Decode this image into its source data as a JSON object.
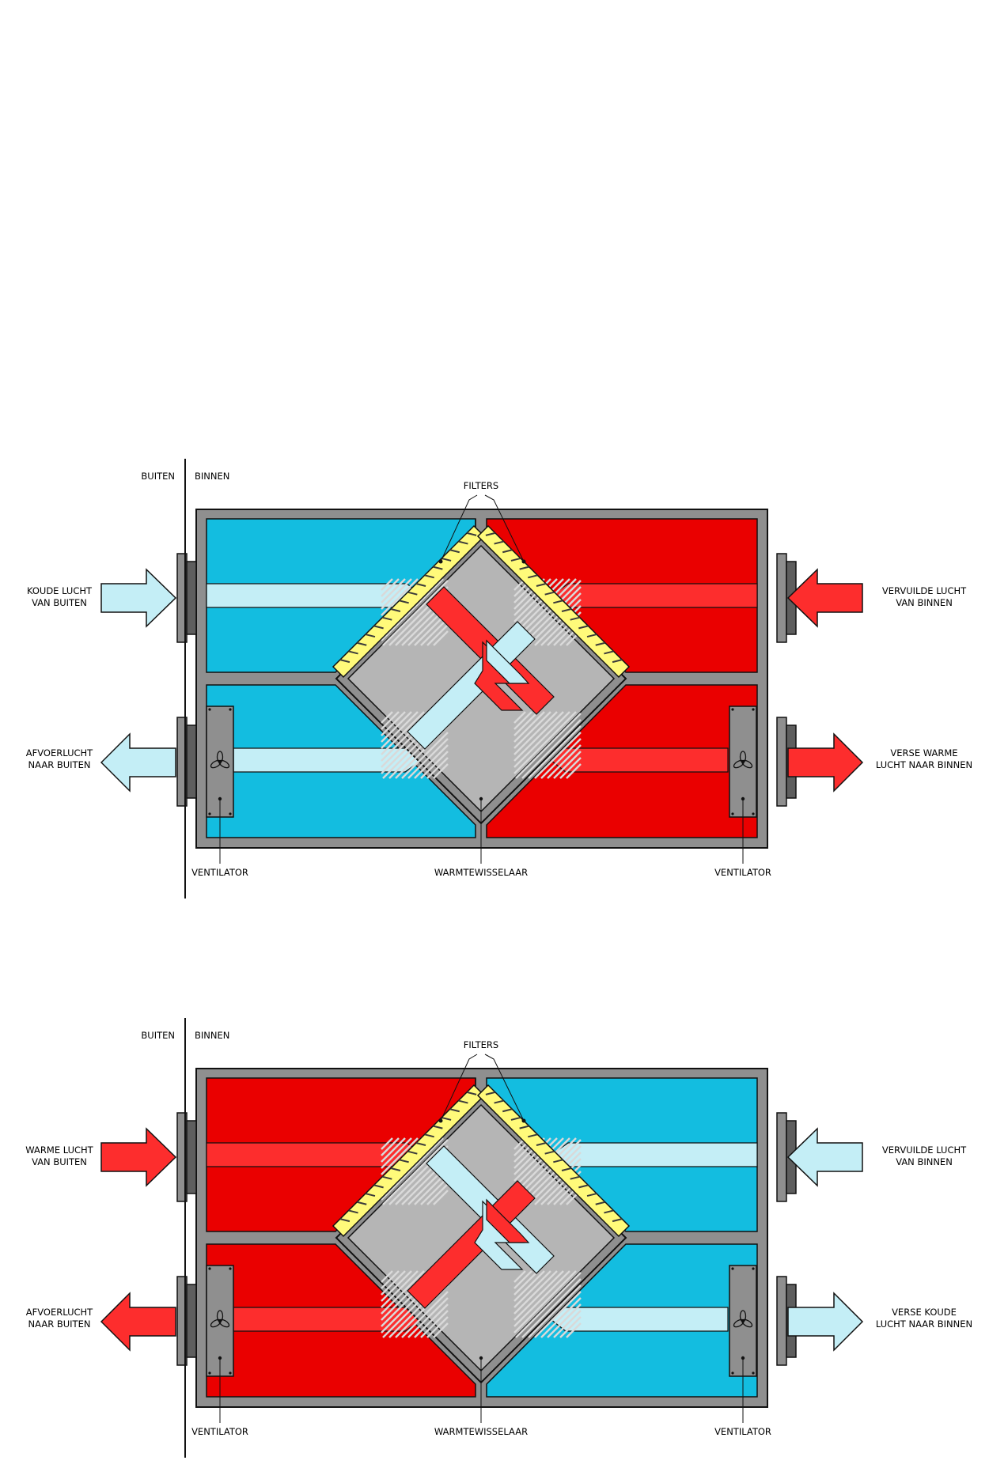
{
  "colors": {
    "cold": "#13bde0",
    "cold_light": "#c4eef6",
    "hot": "#ea0000",
    "hot_light": "#fd2d2d",
    "housing": "#8f8f8f",
    "housing_dark": "#5e5e5e",
    "filter": "#fffa7a",
    "hatch": "#3a3a3a"
  },
  "diagrams": [
    {
      "buiten": "BUITEN",
      "binnen": "BINNEN",
      "filters": "FILTERS",
      "in_left": [
        "KOUDE LUCHT",
        "VAN BUITEN"
      ],
      "in_right": [
        "VERVUILDE LUCHT",
        "VAN BINNEN"
      ],
      "out_left": [
        "AFVOERLUCHT",
        "NAAR BUITEN"
      ],
      "out_right": [
        "VERSE WARME",
        "LUCHT NAAR BINNEN"
      ],
      "ventilator_left": "VENTILATOR",
      "exchanger": "WARMTEWISSELAAR",
      "ventilator_right": "VENTILATOR",
      "left_zone": "cold",
      "right_zone": "hot"
    },
    {
      "buiten": "BUITEN",
      "binnen": "BINNEN",
      "filters": "FILTERS",
      "in_left": [
        "WARME LUCHT",
        "VAN BUITEN"
      ],
      "in_right": [
        "VERVUILDE LUCHT",
        "VAN BINNEN"
      ],
      "out_left": [
        "AFVOERLUCHT",
        "NAAR BUITEN"
      ],
      "out_right": [
        "VERSE KOUDE",
        "LUCHT NAAR BINNEN"
      ],
      "ventilator_left": "VENTILATOR",
      "exchanger": "WARMTEWISSELAAR",
      "ventilator_right": "VENTILATOR",
      "left_zone": "hot",
      "right_zone": "cold"
    }
  ]
}
